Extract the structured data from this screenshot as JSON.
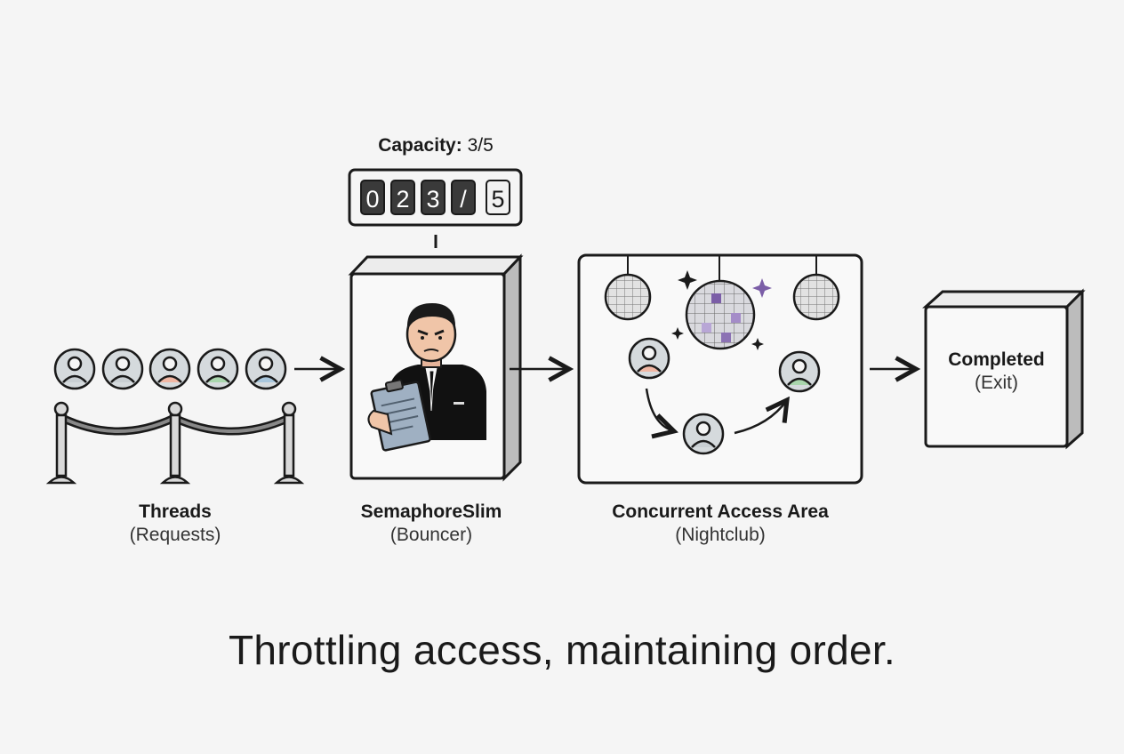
{
  "capacity": {
    "label": "Capacity:",
    "value": "3/5",
    "counter_digits": [
      "0",
      "2",
      "3",
      "/",
      "5"
    ]
  },
  "threads": {
    "title": "Threads",
    "subtitle": "(Requests)",
    "count": 5
  },
  "semaphore": {
    "title": "SemaphoreSlim",
    "subtitle": "(Bouncer)"
  },
  "area": {
    "title": "Concurrent Access Area",
    "subtitle": "(Nightclub)"
  },
  "completed": {
    "title": "Completed",
    "subtitle": "(Exit)"
  },
  "caption": "Throttling access, maintaining order.",
  "colors": {
    "stroke": "#1a1a1a",
    "person_gray": "#c9cfd3",
    "person_peach": "#f0b7a4",
    "person_green": "#a9d6ad",
    "person_blue": "#a8c6dc",
    "accent_purple": "#7b5ea7",
    "suit": "#111111",
    "clipboard": "#9fb0c2"
  }
}
